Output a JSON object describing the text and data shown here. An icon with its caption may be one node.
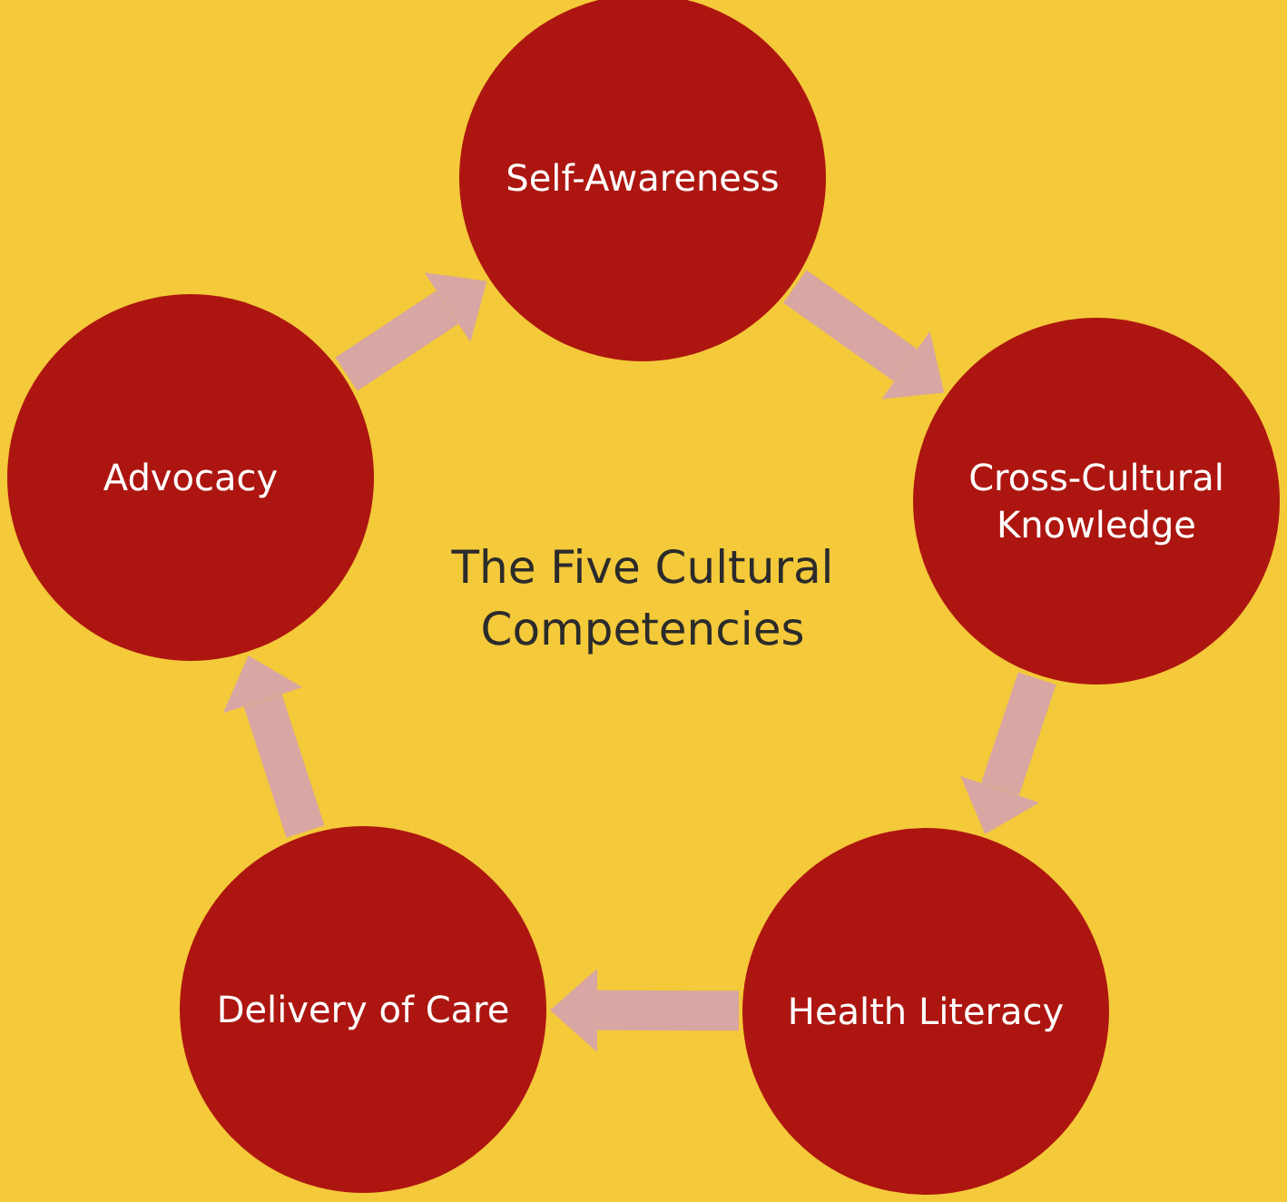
{
  "diagram": {
    "title": "The Five Cultural Competencies",
    "nodes": [
      {
        "text": [
          "Self-Awareness"
        ]
      },
      {
        "text": [
          "Cross-Cultural Knowledge"
        ]
      },
      {
        "text": [
          "Health Literacy"
        ]
      },
      {
        "text": [
          "Delivery of Care"
        ]
      },
      {
        "text": [
          "Advocacy"
        ]
      }
    ],
    "edges": [
      {
        "from": 0,
        "to": 1,
        "arrow": "to"
      },
      {
        "from": 1,
        "to": 2,
        "arrow": "to"
      },
      {
        "from": 2,
        "to": 3,
        "arrow": "to"
      },
      {
        "from": 3,
        "to": 4,
        "arrow": "to"
      },
      {
        "from": 4,
        "to": 0,
        "arrow": "to"
      }
    ]
  }
}
